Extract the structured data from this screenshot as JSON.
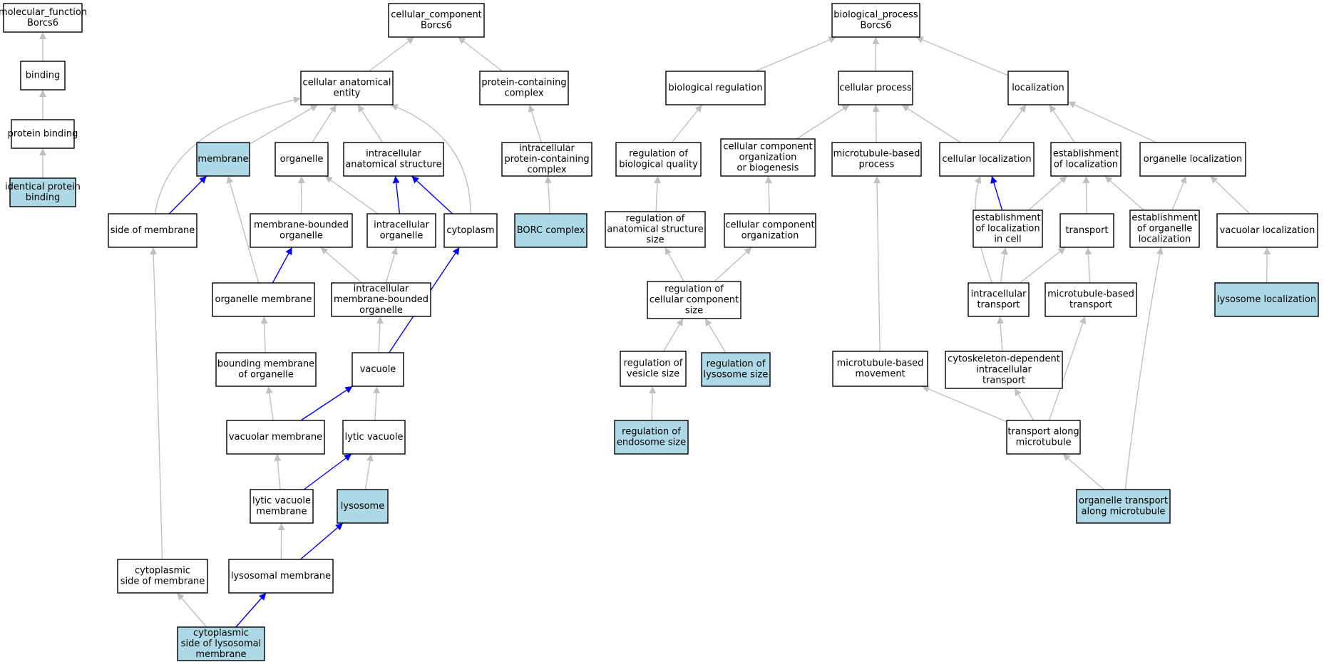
{
  "colors": {
    "edge_default": "#c0c0c0",
    "edge_highlight": "#0000ff",
    "node_fill": "#ffffff",
    "node_fill_highlight": "#add8e6",
    "border": "#000000"
  },
  "nodes": [
    {
      "id": "mf",
      "lines": [
        "molecular_function",
        "Borcs6"
      ],
      "highlight": false
    },
    {
      "id": "binding",
      "lines": [
        "binding"
      ],
      "highlight": false
    },
    {
      "id": "protein_binding",
      "lines": [
        "protein binding"
      ],
      "highlight": false
    },
    {
      "id": "identical_protein_binding",
      "lines": [
        "identical protein",
        "binding"
      ],
      "highlight": true
    },
    {
      "id": "cc",
      "lines": [
        "cellular_component",
        "Borcs6"
      ],
      "highlight": false
    },
    {
      "id": "cae",
      "lines": [
        "cellular anatomical",
        "entity"
      ],
      "highlight": false
    },
    {
      "id": "pcc",
      "lines": [
        "protein-containing",
        "complex"
      ],
      "highlight": false
    },
    {
      "id": "membrane",
      "lines": [
        "membrane"
      ],
      "highlight": true
    },
    {
      "id": "organelle",
      "lines": [
        "organelle"
      ],
      "highlight": false
    },
    {
      "id": "ias",
      "lines": [
        "intracellular",
        "anatomical structure"
      ],
      "highlight": false
    },
    {
      "id": "ipcc",
      "lines": [
        "intracellular",
        "protein-containing",
        "complex"
      ],
      "highlight": false
    },
    {
      "id": "side_of_membrane",
      "lines": [
        "side of membrane"
      ],
      "highlight": false
    },
    {
      "id": "mbo",
      "lines": [
        "membrane-bounded",
        "organelle"
      ],
      "highlight": false
    },
    {
      "id": "intracellular_organelle",
      "lines": [
        "intracellular",
        "organelle"
      ],
      "highlight": false
    },
    {
      "id": "cytoplasm",
      "lines": [
        "cytoplasm"
      ],
      "highlight": false
    },
    {
      "id": "borc",
      "lines": [
        "BORC complex"
      ],
      "highlight": true
    },
    {
      "id": "organelle_membrane",
      "lines": [
        "organelle membrane"
      ],
      "highlight": false
    },
    {
      "id": "imbo",
      "lines": [
        "intracellular",
        "membrane-bounded",
        "organelle"
      ],
      "highlight": false
    },
    {
      "id": "bmo",
      "lines": [
        "bounding membrane",
        "of organelle"
      ],
      "highlight": false
    },
    {
      "id": "vacuole",
      "lines": [
        "vacuole"
      ],
      "highlight": false
    },
    {
      "id": "vacuolar_membrane",
      "lines": [
        "vacuolar membrane"
      ],
      "highlight": false
    },
    {
      "id": "lytic_vacuole",
      "lines": [
        "lytic vacuole"
      ],
      "highlight": false
    },
    {
      "id": "lvm",
      "lines": [
        "lytic vacuole",
        "membrane"
      ],
      "highlight": false
    },
    {
      "id": "lysosome",
      "lines": [
        "lysosome"
      ],
      "highlight": true
    },
    {
      "id": "csm",
      "lines": [
        "cytoplasmic",
        "side of membrane"
      ],
      "highlight": false
    },
    {
      "id": "lysosomal_membrane",
      "lines": [
        "lysosomal membrane"
      ],
      "highlight": false
    },
    {
      "id": "cslm",
      "lines": [
        "cytoplasmic",
        "side of lysosomal",
        "membrane"
      ],
      "highlight": true
    },
    {
      "id": "bp",
      "lines": [
        "biological_process",
        "Borcs6"
      ],
      "highlight": false
    },
    {
      "id": "bio_reg",
      "lines": [
        "biological regulation"
      ],
      "highlight": false
    },
    {
      "id": "cell_proc",
      "lines": [
        "cellular process"
      ],
      "highlight": false
    },
    {
      "id": "localization",
      "lines": [
        "localization"
      ],
      "highlight": false
    },
    {
      "id": "rbq",
      "lines": [
        "regulation of",
        "biological quality"
      ],
      "highlight": false
    },
    {
      "id": "ccob",
      "lines": [
        "cellular component",
        "organization",
        "or biogenesis"
      ],
      "highlight": false
    },
    {
      "id": "mbp",
      "lines": [
        "microtubule-based",
        "process"
      ],
      "highlight": false
    },
    {
      "id": "cell_loc",
      "lines": [
        "cellular localization"
      ],
      "highlight": false
    },
    {
      "id": "est_loc",
      "lines": [
        "establishment",
        "of localization"
      ],
      "highlight": false
    },
    {
      "id": "org_loc",
      "lines": [
        "organelle localization"
      ],
      "highlight": false
    },
    {
      "id": "rass",
      "lines": [
        "regulation of",
        "anatomical structure",
        "size"
      ],
      "highlight": false
    },
    {
      "id": "cco",
      "lines": [
        "cellular component",
        "organization"
      ],
      "highlight": false
    },
    {
      "id": "elc",
      "lines": [
        "establishment",
        "of localization",
        "in cell"
      ],
      "highlight": false
    },
    {
      "id": "transport",
      "lines": [
        "transport"
      ],
      "highlight": false
    },
    {
      "id": "eol",
      "lines": [
        "establishment",
        "of organelle",
        "localization"
      ],
      "highlight": false
    },
    {
      "id": "vac_loc",
      "lines": [
        "vacuolar localization"
      ],
      "highlight": false
    },
    {
      "id": "rccs",
      "lines": [
        "regulation of",
        "cellular component",
        "size"
      ],
      "highlight": false
    },
    {
      "id": "it",
      "lines": [
        "intracellular",
        "transport"
      ],
      "highlight": false
    },
    {
      "id": "mbt",
      "lines": [
        "microtubule-based",
        "transport"
      ],
      "highlight": false
    },
    {
      "id": "lys_loc",
      "lines": [
        "lysosome localization"
      ],
      "highlight": true
    },
    {
      "id": "rvs",
      "lines": [
        "regulation of",
        "vesicle size"
      ],
      "highlight": false
    },
    {
      "id": "rls",
      "lines": [
        "regulation of",
        "lysosome size"
      ],
      "highlight": true
    },
    {
      "id": "mbm",
      "lines": [
        "microtubule-based",
        "movement"
      ],
      "highlight": false
    },
    {
      "id": "cdit",
      "lines": [
        "cytoskeleton-dependent",
        "intracellular",
        "transport"
      ],
      "highlight": false
    },
    {
      "id": "res",
      "lines": [
        "regulation of",
        "endosome size"
      ],
      "highlight": true
    },
    {
      "id": "tam",
      "lines": [
        "transport along",
        "microtubule"
      ],
      "highlight": false
    },
    {
      "id": "otam",
      "lines": [
        "organelle transport",
        "along microtubule"
      ],
      "highlight": true
    }
  ],
  "edges": [
    {
      "from": "binding",
      "to": "mf",
      "highlight": false
    },
    {
      "from": "protein_binding",
      "to": "binding",
      "highlight": false
    },
    {
      "from": "identical_protein_binding",
      "to": "protein_binding",
      "highlight": false
    },
    {
      "from": "cae",
      "to": "cc",
      "highlight": false
    },
    {
      "from": "pcc",
      "to": "cc",
      "highlight": false
    },
    {
      "from": "membrane",
      "to": "cae",
      "highlight": false
    },
    {
      "from": "organelle",
      "to": "cae",
      "highlight": false
    },
    {
      "from": "ias",
      "to": "cae",
      "highlight": false
    },
    {
      "from": "side_of_membrane",
      "to": "cae",
      "highlight": false
    },
    {
      "from": "cytoplasm",
      "to": "cae",
      "highlight": false
    },
    {
      "from": "ipcc",
      "to": "pcc",
      "highlight": false
    },
    {
      "from": "side_of_membrane",
      "to": "membrane",
      "highlight": true
    },
    {
      "from": "mbo",
      "to": "organelle",
      "highlight": false
    },
    {
      "from": "intracellular_organelle",
      "to": "organelle",
      "highlight": false
    },
    {
      "from": "intracellular_organelle",
      "to": "ias",
      "highlight": true
    },
    {
      "from": "cytoplasm",
      "to": "ias",
      "highlight": true
    },
    {
      "from": "borc",
      "to": "ipcc",
      "highlight": false
    },
    {
      "from": "organelle_membrane",
      "to": "membrane",
      "highlight": false
    },
    {
      "from": "organelle_membrane",
      "to": "mbo",
      "highlight": true
    },
    {
      "from": "imbo",
      "to": "mbo",
      "highlight": false
    },
    {
      "from": "imbo",
      "to": "intracellular_organelle",
      "highlight": false
    },
    {
      "from": "bmo",
      "to": "organelle_membrane",
      "highlight": false
    },
    {
      "from": "vacuole",
      "to": "imbo",
      "highlight": false
    },
    {
      "from": "vacuole",
      "to": "cytoplasm",
      "highlight": true
    },
    {
      "from": "vacuolar_membrane",
      "to": "bmo",
      "highlight": false
    },
    {
      "from": "vacuolar_membrane",
      "to": "vacuole",
      "highlight": true
    },
    {
      "from": "lytic_vacuole",
      "to": "vacuole",
      "highlight": false
    },
    {
      "from": "lvm",
      "to": "vacuolar_membrane",
      "highlight": false
    },
    {
      "from": "lvm",
      "to": "lytic_vacuole",
      "highlight": true
    },
    {
      "from": "lysosome",
      "to": "lytic_vacuole",
      "highlight": false
    },
    {
      "from": "csm",
      "to": "side_of_membrane",
      "highlight": false
    },
    {
      "from": "lysosomal_membrane",
      "to": "lvm",
      "highlight": false
    },
    {
      "from": "lysosomal_membrane",
      "to": "lysosome",
      "highlight": true
    },
    {
      "from": "cslm",
      "to": "csm",
      "highlight": false
    },
    {
      "from": "cslm",
      "to": "lysosomal_membrane",
      "highlight": true
    },
    {
      "from": "bio_reg",
      "to": "bp",
      "highlight": false
    },
    {
      "from": "cell_proc",
      "to": "bp",
      "highlight": false
    },
    {
      "from": "localization",
      "to": "bp",
      "highlight": false
    },
    {
      "from": "rbq",
      "to": "bio_reg",
      "highlight": false
    },
    {
      "from": "ccob",
      "to": "cell_proc",
      "highlight": false
    },
    {
      "from": "mbp",
      "to": "cell_proc",
      "highlight": false
    },
    {
      "from": "cell_loc",
      "to": "cell_proc",
      "highlight": false
    },
    {
      "from": "cell_loc",
      "to": "localization",
      "highlight": false
    },
    {
      "from": "est_loc",
      "to": "localization",
      "highlight": false
    },
    {
      "from": "org_loc",
      "to": "localization",
      "highlight": false
    },
    {
      "from": "rass",
      "to": "rbq",
      "highlight": false
    },
    {
      "from": "cco",
      "to": "ccob",
      "highlight": false
    },
    {
      "from": "elc",
      "to": "cell_loc",
      "highlight": true
    },
    {
      "from": "elc",
      "to": "est_loc",
      "highlight": false
    },
    {
      "from": "transport",
      "to": "est_loc",
      "highlight": false
    },
    {
      "from": "eol",
      "to": "est_loc",
      "highlight": false
    },
    {
      "from": "eol",
      "to": "org_loc",
      "highlight": false
    },
    {
      "from": "vac_loc",
      "to": "org_loc",
      "highlight": false
    },
    {
      "from": "rccs",
      "to": "rass",
      "highlight": false
    },
    {
      "from": "rccs",
      "to": "cco",
      "highlight": false
    },
    {
      "from": "it",
      "to": "cell_loc",
      "highlight": false
    },
    {
      "from": "it",
      "to": "elc",
      "highlight": false
    },
    {
      "from": "it",
      "to": "transport",
      "highlight": false
    },
    {
      "from": "mbt",
      "to": "transport",
      "highlight": false
    },
    {
      "from": "lys_loc",
      "to": "vac_loc",
      "highlight": false
    },
    {
      "from": "rvs",
      "to": "rccs",
      "highlight": false
    },
    {
      "from": "rls",
      "to": "rccs",
      "highlight": false
    },
    {
      "from": "mbm",
      "to": "mbp",
      "highlight": false
    },
    {
      "from": "cdit",
      "to": "it",
      "highlight": false
    },
    {
      "from": "res",
      "to": "rvs",
      "highlight": false
    },
    {
      "from": "tam",
      "to": "mbm",
      "highlight": false
    },
    {
      "from": "tam",
      "to": "cdit",
      "highlight": false
    },
    {
      "from": "tam",
      "to": "mbt",
      "highlight": false
    },
    {
      "from": "otam",
      "to": "tam",
      "highlight": false
    },
    {
      "from": "otam",
      "to": "eol",
      "highlight": false
    }
  ]
}
